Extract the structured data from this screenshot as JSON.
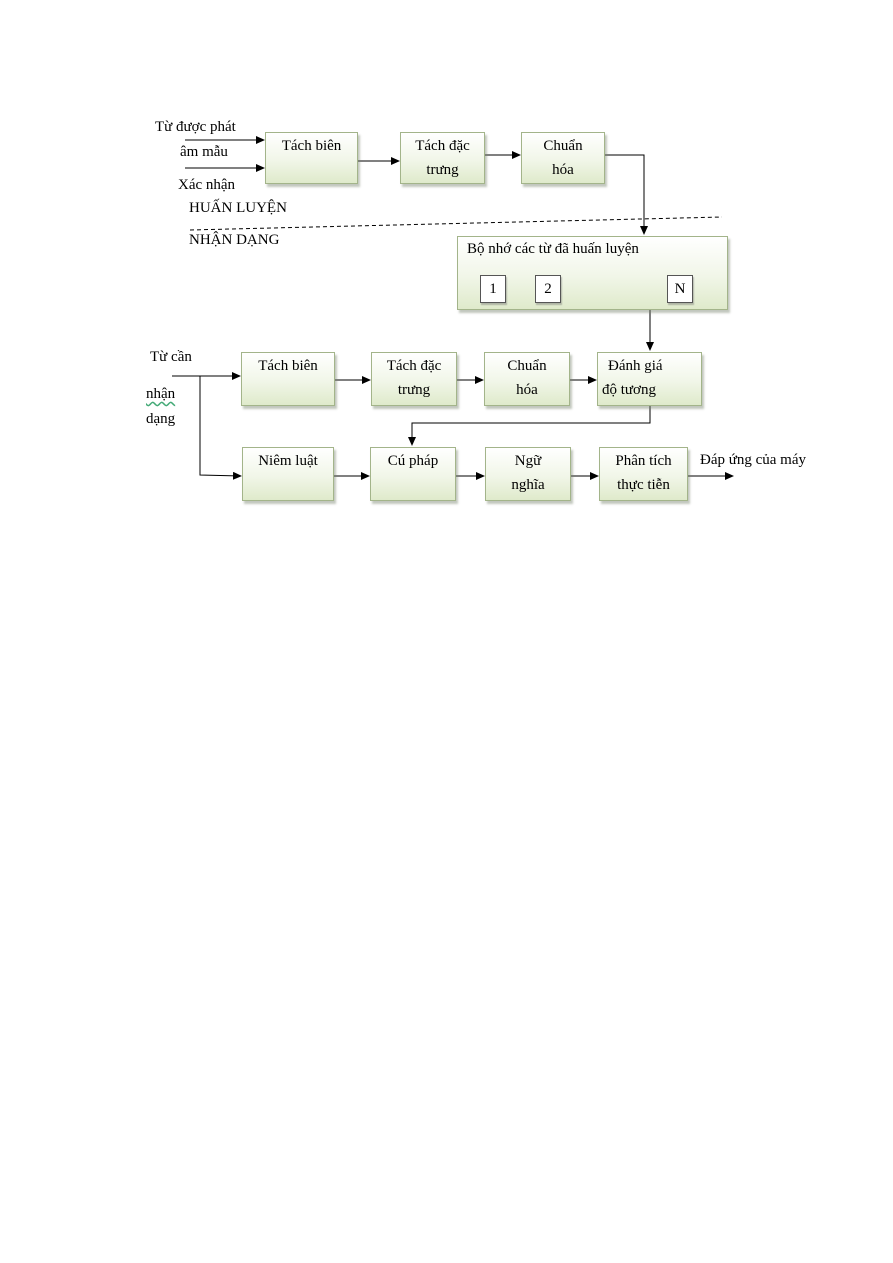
{
  "training": {
    "input_word_line1": "Từ được phát",
    "input_word_line2": "âm mẫu",
    "input_confirm": "Xác nhận",
    "box_edge": "Tách biên",
    "box_feature_line1": "Tách đặc",
    "box_feature_line2": "trưng",
    "box_norm_line1": "Chuẩn",
    "box_norm_line2": "hóa",
    "section_label": "HUẤN LUYỆN"
  },
  "recognition": {
    "section_label": "NHẬN DẠNG",
    "memory_title": "Bộ nhớ các từ đã huấn luyện",
    "slots": [
      "1",
      "2",
      "N"
    ],
    "input_line1": "Từ cần",
    "input_line2": "nhận",
    "input_line3": "dạng",
    "box_edge": "Tách biên",
    "box_feature_line1": "Tách đặc",
    "box_feature_line2": "trưng",
    "box_norm_line1": "Chuẩn",
    "box_norm_line2": "hóa",
    "box_eval_line1": "Đánh giá",
    "box_eval_line2": "độ tương",
    "box_rules": "Niêm luật",
    "box_syntax": "Cú pháp",
    "box_semantic_line1": "Ngữ",
    "box_semantic_line2": "nghĩa",
    "box_analysis_line1": "Phân tích",
    "box_analysis_line2": "thực tiễn",
    "output": "Đáp ứng của máy"
  }
}
